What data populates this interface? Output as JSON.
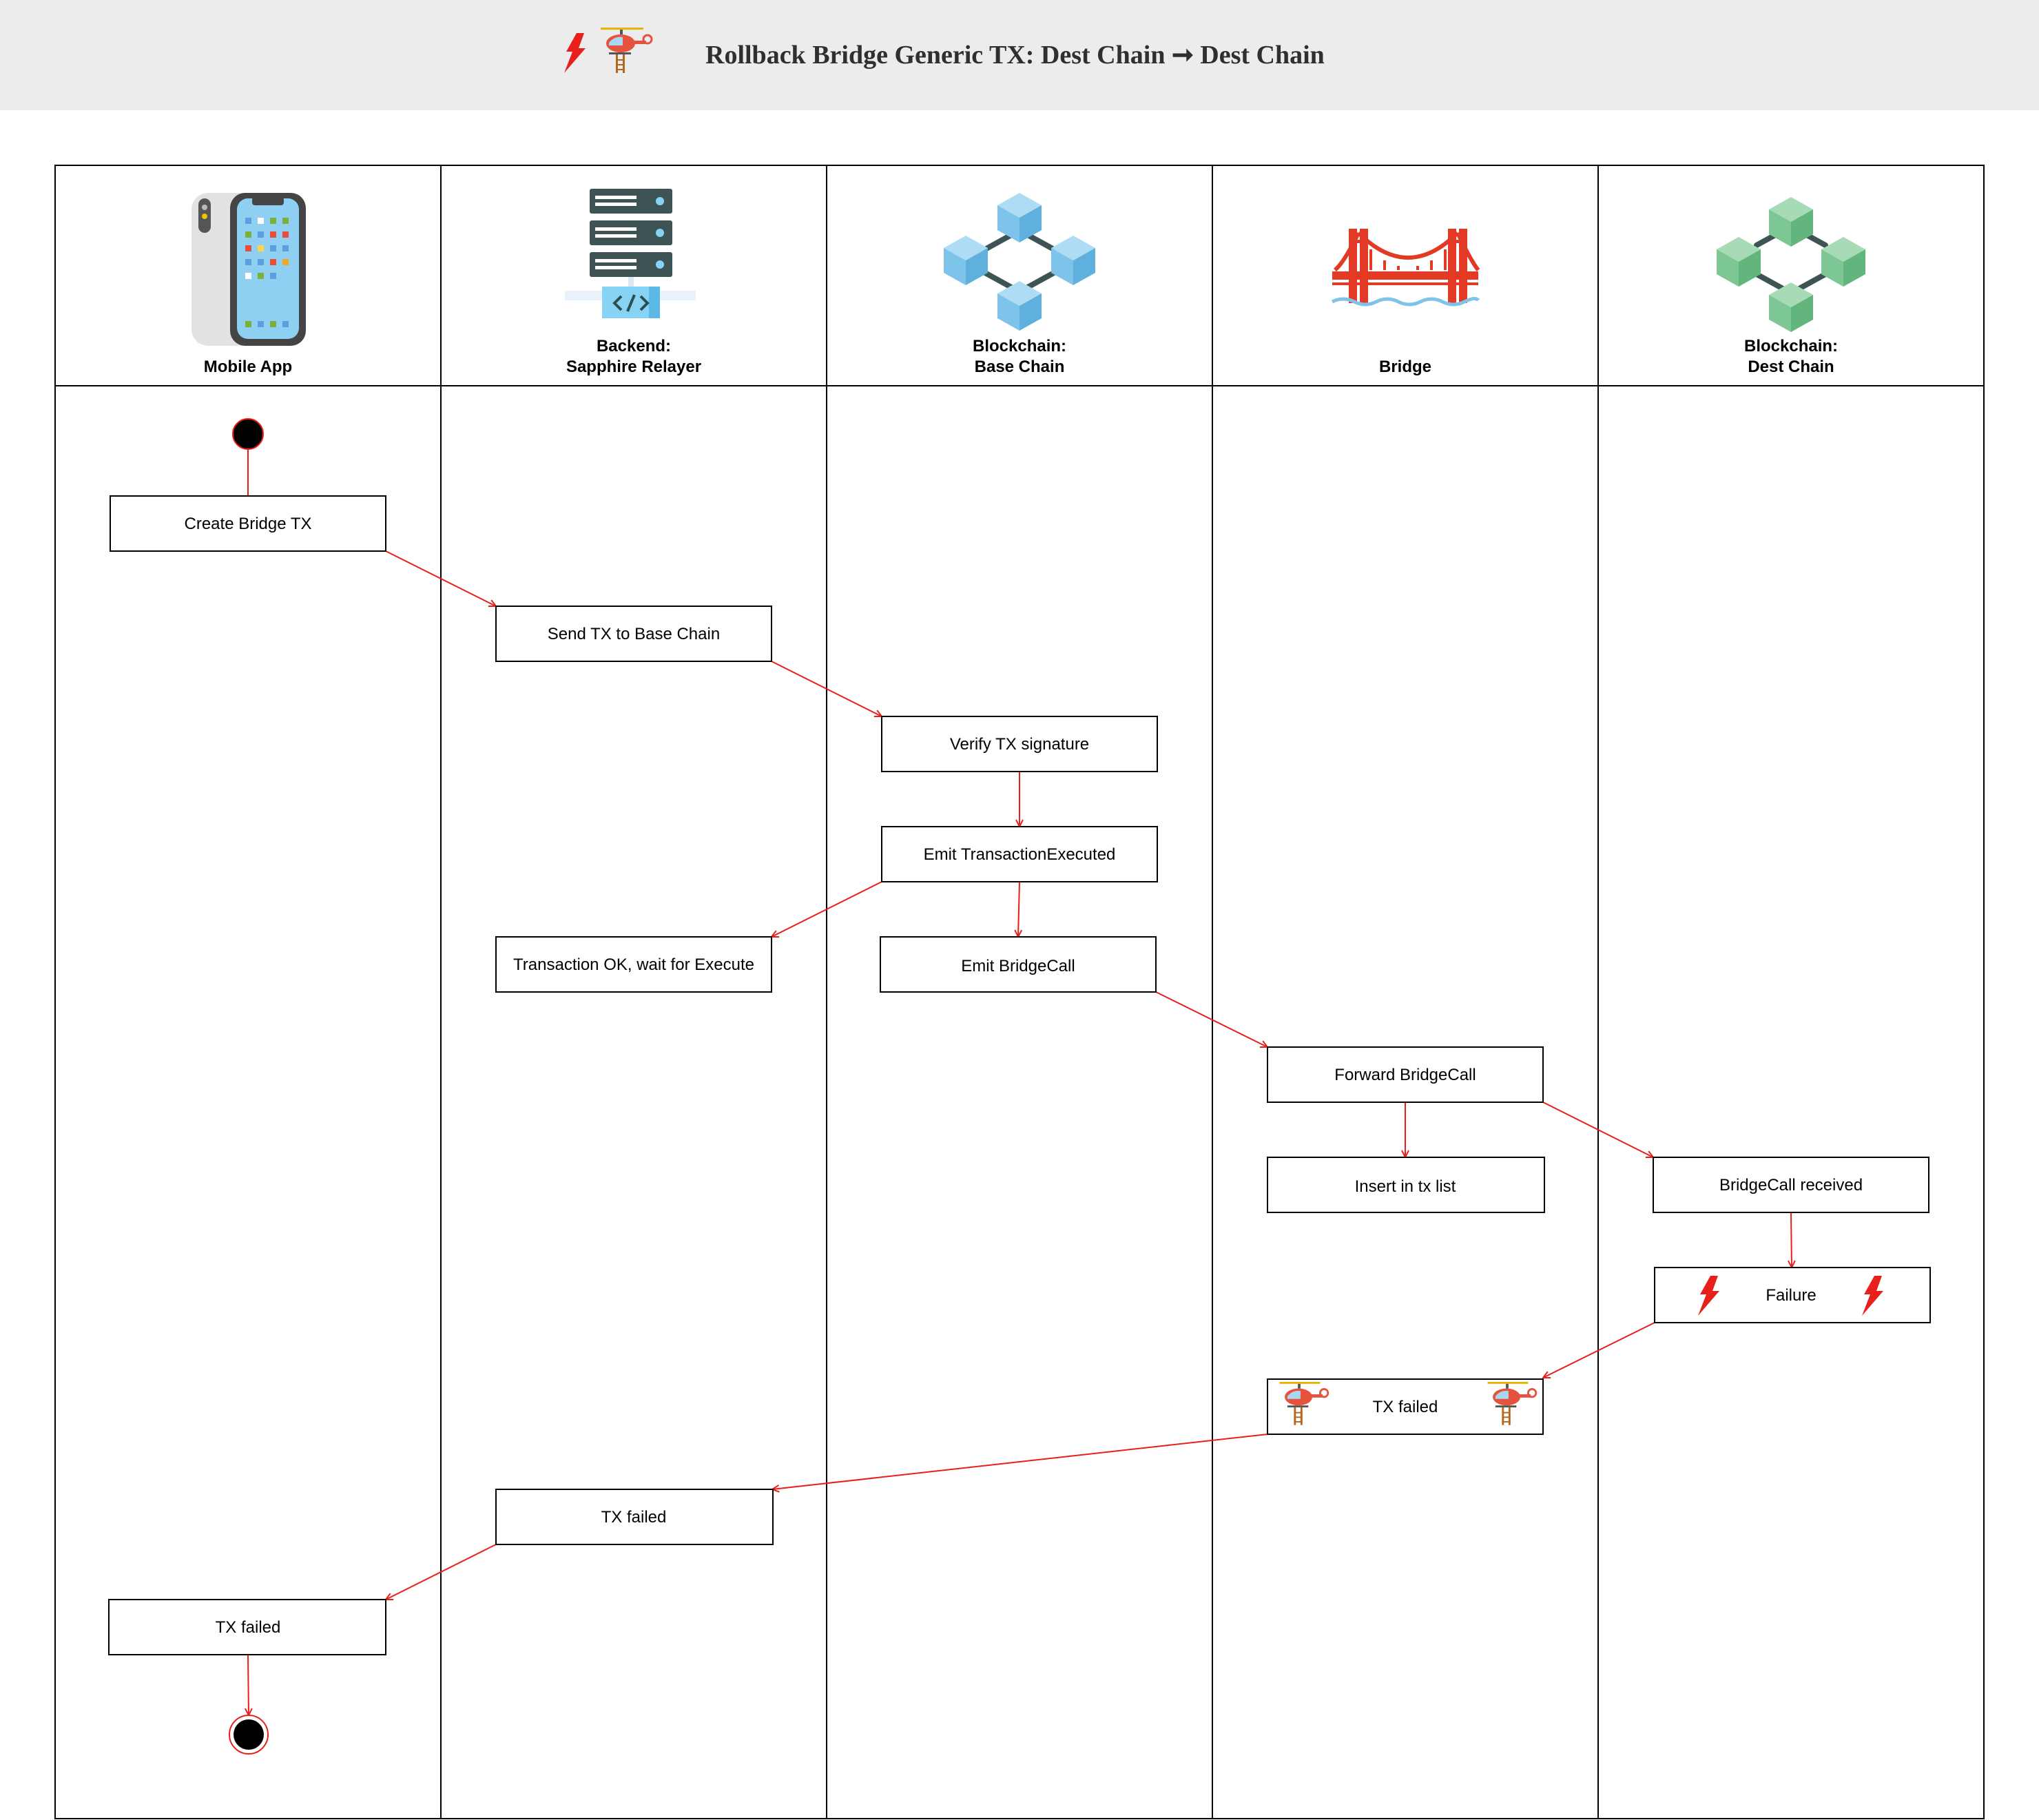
{
  "header": {
    "title": "Rollback Bridge Generic TX: Dest Chain ➞ Dest Chain"
  },
  "lanes": [
    {
      "line1": "Mobile App",
      "line2": ""
    },
    {
      "line1": "Backend:",
      "line2": "Sapphire Relayer"
    },
    {
      "line1": "Blockchain:",
      "line2": "Base Chain"
    },
    {
      "line1": "Bridge",
      "line2": ""
    },
    {
      "line1": "Blockchain:",
      "line2": "Dest Chain"
    }
  ],
  "steps": {
    "create_bridge_tx": "Create Bridge TX",
    "send_tx_base_chain": "Send TX to Base Chain",
    "verify_tx_signature": "Verify TX signature",
    "emit_transaction_executed": "Emit TransactionExecuted",
    "transaction_ok": "Transaction OK, wait for Execute",
    "emit_bridgecall": "Emit BridgeCall",
    "forward_bridgecall": "Forward BridgeCall",
    "insert_tx_list": "Insert in tx list",
    "bridgecall_received": "BridgeCall received",
    "failure": "Failure",
    "tx_failed_bridge": "TX failed",
    "tx_failed_backend": "TX failed",
    "tx_failed_app": "TX failed"
  },
  "colors": {
    "header_bg": "#ececec",
    "flow_arrow": "#e8201c",
    "base_chain_cubes": "#7ec4ea",
    "dest_chain_cubes": "#7cc794",
    "bridge": "#e23a25",
    "server_dark": "#3e5454",
    "code_panel": "#86d3f5"
  },
  "icons": {
    "header": [
      "lightning-icon",
      "rescue-helicopter-icon"
    ],
    "lanes": [
      "smartphone-icon",
      "server-icon",
      "blockchain-cubes-icon",
      "bridge-icon",
      "blockchain-cubes-icon"
    ],
    "failure_box": "lightning-icon",
    "tx_failed_bridge_box": "rescue-helicopter-icon"
  }
}
